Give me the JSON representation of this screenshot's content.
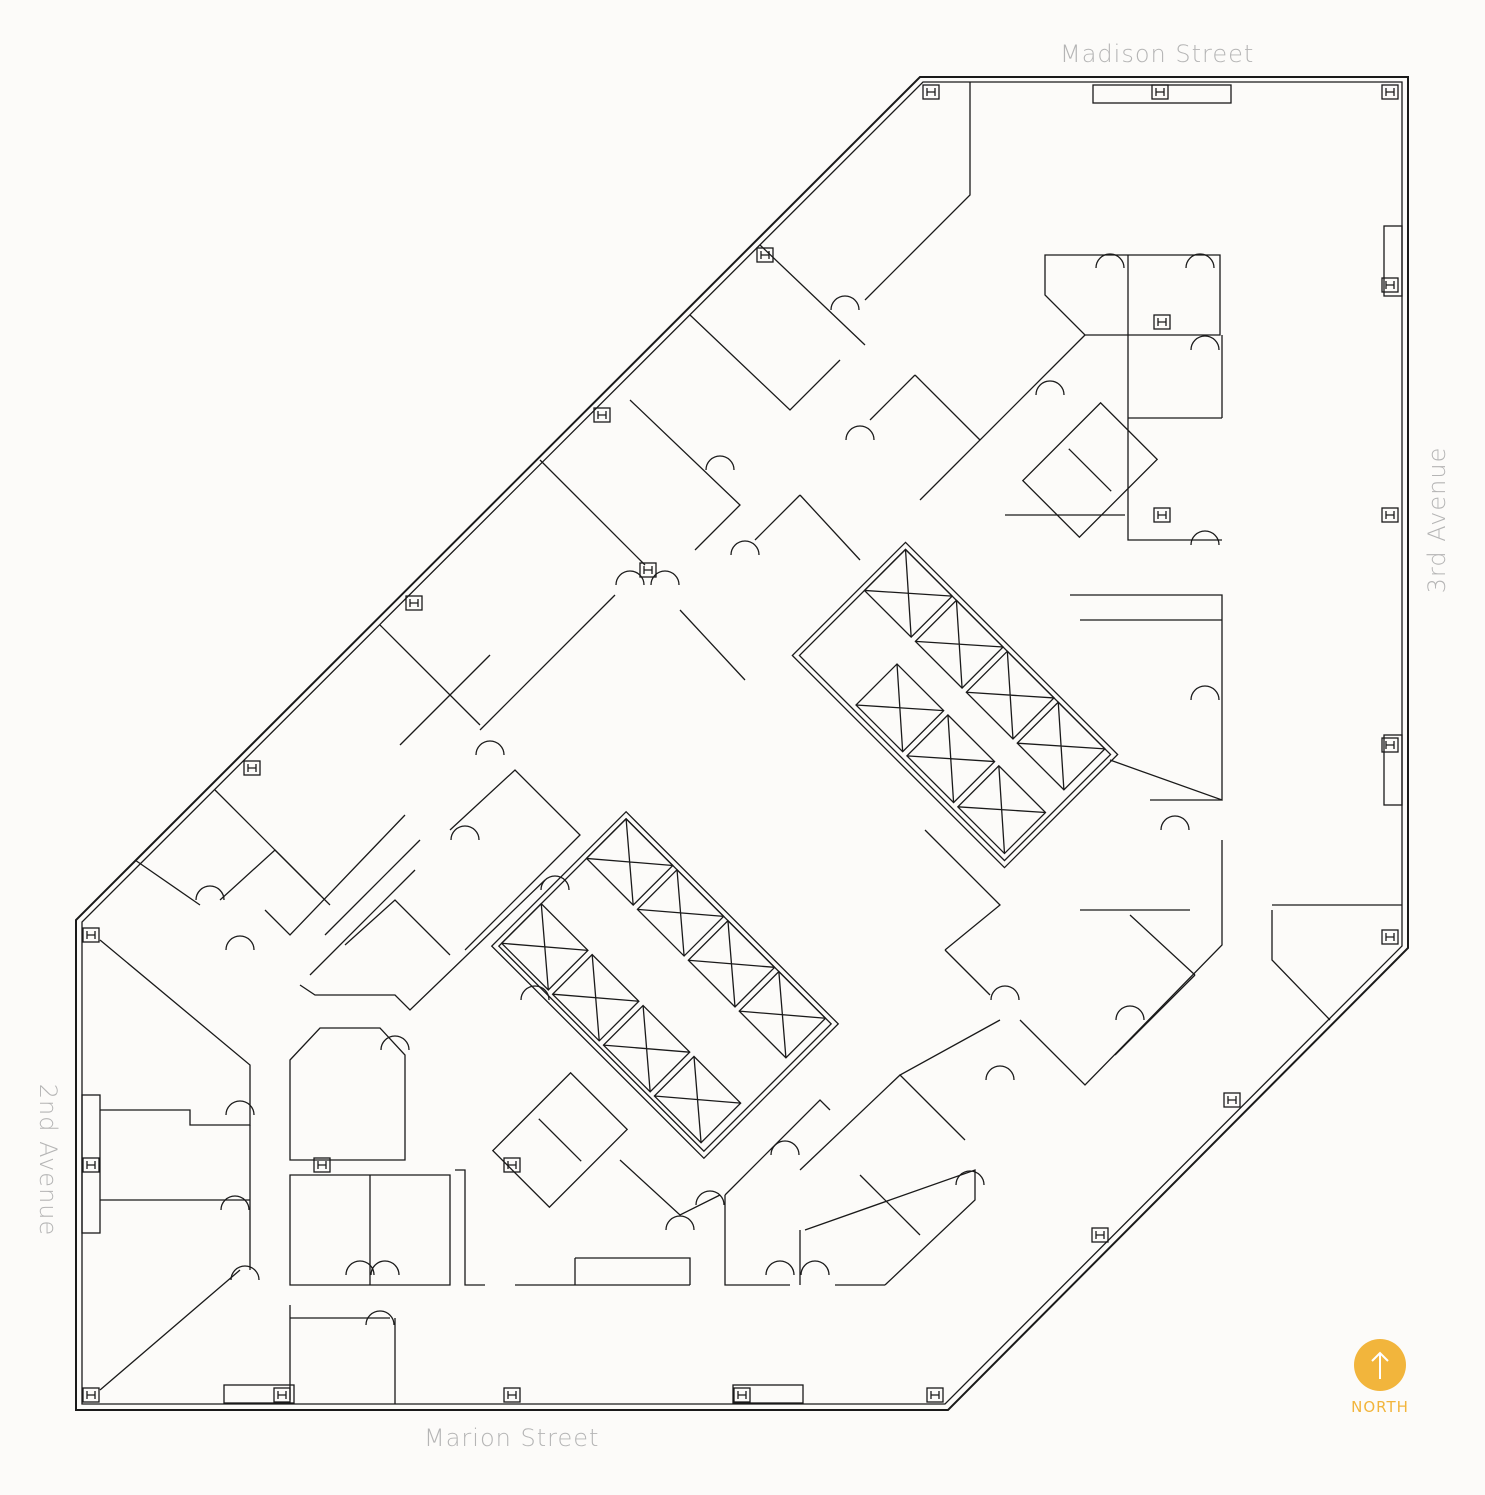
{
  "streets": {
    "north": "Madison Street",
    "east": "3rd Avenue",
    "south": "Marion Street",
    "west": "2nd Avenue"
  },
  "north_arrow": {
    "label": "NORTH",
    "icon": "arrow-up-icon"
  },
  "colors": {
    "background": "#fcfbf9",
    "walls": "#1a1a1a",
    "street_labels": "#b5b5b5",
    "north_accent": "#f2b53c"
  }
}
